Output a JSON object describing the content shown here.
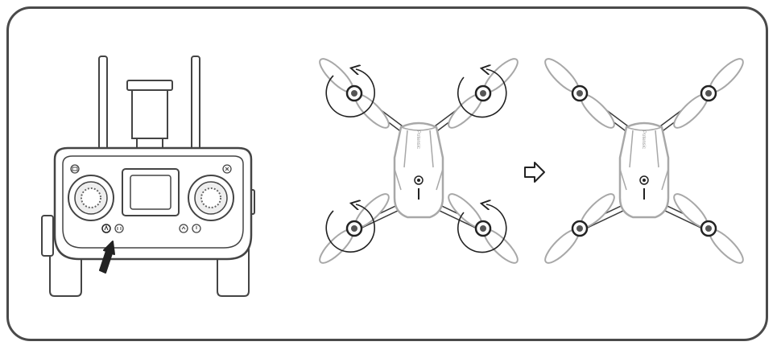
{
  "diagram": {
    "controller": {
      "icons": [
        "headless-icon",
        "return-home-icon",
        "takeoff-land-icon",
        "power-icon",
        "speed-icon",
        "camera-icon"
      ],
      "highlighted_button": "takeoff-land-icon",
      "indicator": "arrow-up-icon"
    },
    "drone_before": {
      "state": "propellers-spinning",
      "brand_text": "Potensic",
      "rotation_indicators": 4
    },
    "transition_icon": "arrow-right-outline-icon",
    "drone_after": {
      "state": "propellers-stopped",
      "brand_text": "Potensic"
    },
    "colors": {
      "outline_dark": "#222222",
      "outline_light": "#a8a8a8",
      "frame": "#4a4a4a"
    }
  }
}
